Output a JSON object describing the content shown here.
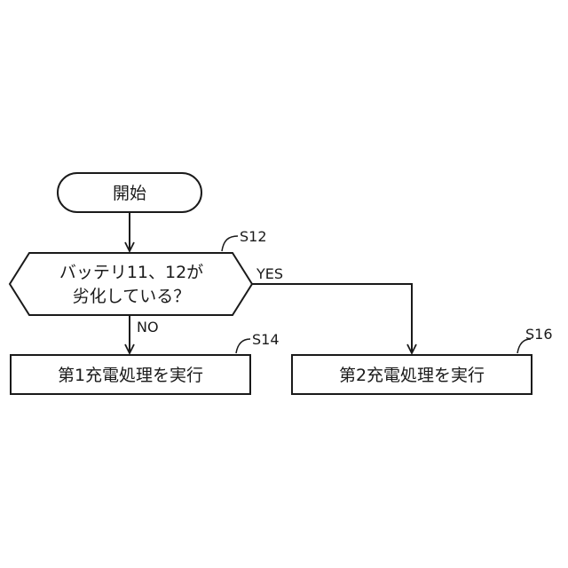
{
  "flowchart": {
    "start": {
      "label": "開始"
    },
    "decision": {
      "step_id": "S12",
      "lines": [
        "バッテリ11、12が",
        "劣化している？"
      ]
    },
    "branches": {
      "yes_label": "YES",
      "no_label": "NO"
    },
    "process_no": {
      "step_id": "S14",
      "label": "第1充電処理を実行"
    },
    "process_yes": {
      "step_id": "S16",
      "label": "第2充電処理を実行"
    }
  }
}
